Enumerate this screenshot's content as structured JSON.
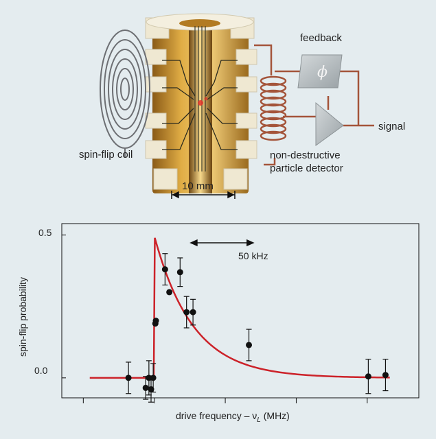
{
  "diagram": {
    "labels": {
      "feedback": "feedback",
      "signal": "signal",
      "spin_flip_coil": "spin-flip coil",
      "detector_line1": "non-destructive",
      "detector_line2": "particle detector",
      "scale": "10 mm"
    },
    "colors": {
      "gold": "#d9a63c",
      "copper": "#a4543a",
      "ceramic": "#f0ead6",
      "box": "#b9c0c3"
    }
  },
  "chart_data": {
    "type": "scatter",
    "ylabel": "spin-flip probability",
    "xlabel_main": "drive frequency – ν",
    "xlabel_sub": "L",
    "xlabel_unit": " (MHz)",
    "y_ticks": [
      "0.5",
      "0.0"
    ],
    "ylim": [
      -0.07,
      0.54
    ],
    "xlim": [
      -86,
      246
    ],
    "scale_bar": "50 kHz",
    "scale_bar_khz": 50,
    "curve_color": "#cc2229",
    "points": [
      {
        "x": -24,
        "y": 0.0,
        "err": 0.055
      },
      {
        "x": -8,
        "y": -0.035,
        "err": 0.04
      },
      {
        "x": -5,
        "y": 0.0,
        "err": 0.06
      },
      {
        "x": -3,
        "y": -0.04,
        "err": 0.045
      },
      {
        "x": -1,
        "y": 0.0,
        "err": 0.05
      },
      {
        "x": 1,
        "y": 0.19,
        "err": 0.0
      },
      {
        "x": 1.5,
        "y": 0.2,
        "err": 0.0
      },
      {
        "x": 10,
        "y": 0.38,
        "err": 0.055
      },
      {
        "x": 14,
        "y": 0.3,
        "err": 0.0
      },
      {
        "x": 24,
        "y": 0.37,
        "err": 0.05
      },
      {
        "x": 30,
        "y": 0.23,
        "err": 0.055
      },
      {
        "x": 36,
        "y": 0.23,
        "err": 0.045
      },
      {
        "x": 88,
        "y": 0.115,
        "err": 0.055
      },
      {
        "x": 199,
        "y": 0.005,
        "err": 0.06
      },
      {
        "x": 215,
        "y": 0.01,
        "err": 0.055
      }
    ]
  }
}
